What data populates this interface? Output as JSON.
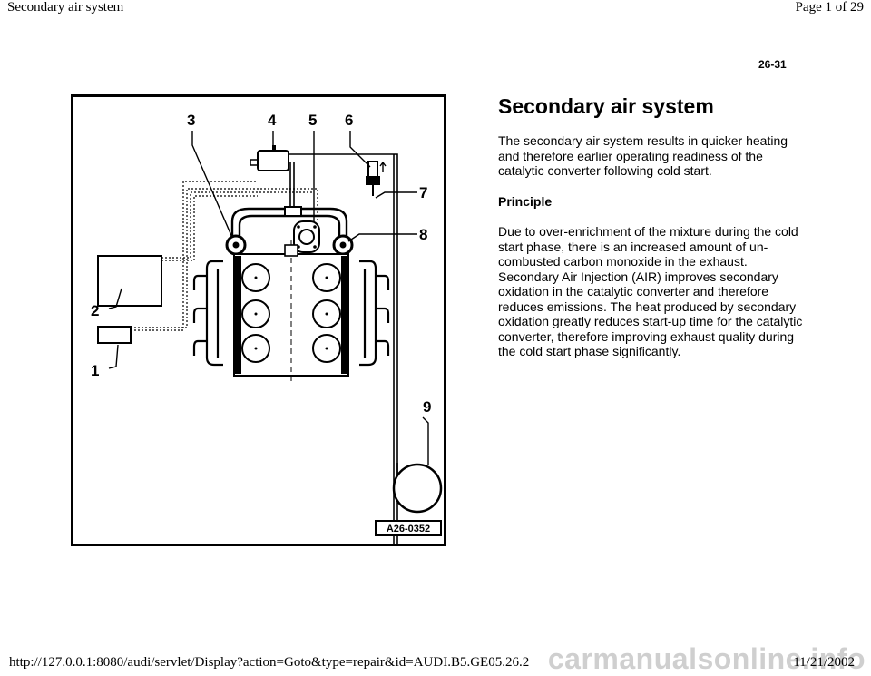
{
  "header": {
    "title": "Secondary air system",
    "page_label": "Page 1 of 29"
  },
  "page_code": "26-31",
  "heading": "Secondary air system",
  "intro": "The secondary air system results in quicker heating and therefore earlier operating readiness of the catalytic converter following cold start.",
  "subheading": "Principle",
  "body": "Due to over-enrichment of the mixture during the cold start phase, there is an increased amount of un-combusted carbon monoxide in the exhaust. Secondary Air Injection (AIR) improves secondary oxidation in the catalytic converter and therefore reduces emissions. The heat produced by secondary oxidation greatly reduces start-up time for the catalytic converter, therefore improving exhaust quality during the cold start phase significantly.",
  "figure": {
    "callouts": [
      "1",
      "2",
      "3",
      "4",
      "5",
      "6",
      "7",
      "8",
      "9"
    ],
    "code": "A26-0352"
  },
  "footer": {
    "url": "http://127.0.0.1:8080/audi/servlet/Display?action=Goto&type=repair&id=AUDI.B5.GE05.26.2",
    "date": "11/21/2002"
  },
  "watermark": "carmanualsonline.info"
}
